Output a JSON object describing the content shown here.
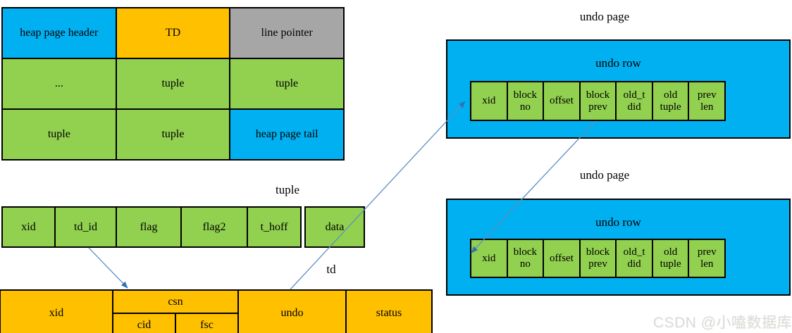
{
  "heap_page": {
    "rows": [
      [
        {
          "label": "heap page header",
          "color": "blue"
        },
        {
          "label": "TD",
          "color": "orange"
        },
        {
          "label": "line pointer",
          "color": "gray"
        }
      ],
      [
        {
          "label": "...",
          "color": "green"
        },
        {
          "label": "tuple",
          "color": "green"
        },
        {
          "label": "tuple",
          "color": "green"
        }
      ],
      [
        {
          "label": "tuple",
          "color": "green"
        },
        {
          "label": "tuple",
          "color": "green"
        },
        {
          "label": "heap page tail",
          "color": "blue"
        }
      ]
    ]
  },
  "tuple": {
    "label": "tuple",
    "cells": [
      "xid",
      "td_id",
      "flag",
      "flag2",
      "t_hoff",
      "data"
    ]
  },
  "td": {
    "label": "td",
    "cells": {
      "xid": "xid",
      "csn": "csn",
      "cid": "cid",
      "fsc": "fsc",
      "undo": "undo",
      "status": "status"
    }
  },
  "undo_pages": [
    {
      "page_label": "undo page",
      "row_label": "undo row"
    },
    {
      "page_label": "undo page",
      "row_label": "undo row"
    }
  ],
  "undo_row_cells": [
    "xid",
    "block\nno",
    "offset",
    "block\nprev",
    "old_t\ndid",
    "old\ntuple",
    "prev\nlen"
  ],
  "connectors": [
    {
      "from": "tuple.td_id",
      "to": "td.csn"
    },
    {
      "from": "td.undo",
      "to": "undo_page_1.undo_row.xid"
    },
    {
      "from": "undo_page_1.undo_row.block_prev",
      "to": "undo_page_2.undo_row.xid"
    }
  ],
  "watermark": "CSDN @小嗑数据库",
  "colors": {
    "blue": "#00B0F0",
    "green": "#92D050",
    "orange": "#FFC000",
    "gray": "#A6A6A6",
    "border": "#000000",
    "connector_line": "#5E8FC4",
    "connector_head": "#2E75B6",
    "watermark": "#DBDBD8"
  }
}
